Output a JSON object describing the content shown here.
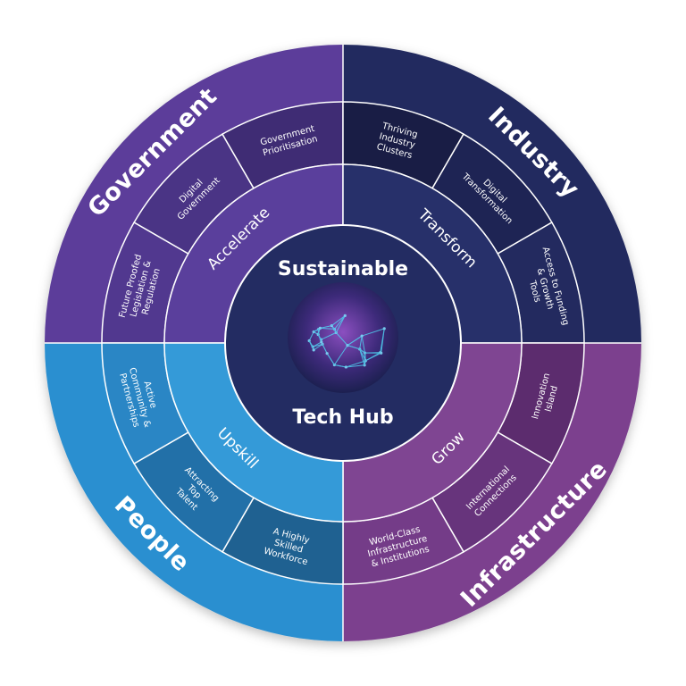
{
  "center": {
    "title_top": "Sustainable",
    "title_bottom": "Tech Hub"
  },
  "quadrants": [
    {
      "key": "government",
      "label": "Government",
      "pillar": "Accelerate",
      "outer_color": "#5b3e9a",
      "mid_color": "#4a3484",
      "inner_color": "#5a3f9c",
      "subs": [
        {
          "lines": [
            "Future Proofed",
            "Legislation &",
            "Regulation"
          ],
          "color": "#51388f"
        },
        {
          "lines": [
            "Digital",
            "Government"
          ],
          "color": "#4a3485"
        },
        {
          "lines": [
            "Government",
            "Prioritisation"
          ],
          "color": "#3f2c74"
        }
      ]
    },
    {
      "key": "industry",
      "label": "Industry",
      "pillar": "Transform",
      "outer_color": "#232a5f",
      "mid_color": "#1f2657",
      "inner_color": "#27306a",
      "subs": [
        {
          "lines": [
            "Thriving",
            "Industry",
            "Clusters"
          ],
          "color": "#191d45"
        },
        {
          "lines": [
            "Digital",
            "Transformation"
          ],
          "color": "#1e2454"
        },
        {
          "lines": [
            "Access to Funding",
            "& Growth",
            "Tools"
          ],
          "color": "#232a5f"
        }
      ]
    },
    {
      "key": "infrastructure",
      "label": "Infrastructure",
      "pillar": "Grow",
      "outer_color": "#7b3f8e",
      "mid_color": "#6a3580",
      "inner_color": "#7f4592",
      "subs": [
        {
          "lines": [
            "Innovation",
            "Island"
          ],
          "color": "#5c2c6e"
        },
        {
          "lines": [
            "International",
            "Connections"
          ],
          "color": "#67347c"
        },
        {
          "lines": [
            "World-Class",
            "Infrastructure",
            "& Institutions"
          ],
          "color": "#743c88"
        }
      ]
    },
    {
      "key": "people",
      "label": "People",
      "pillar": "Upskill",
      "outer_color": "#2c8fd0",
      "mid_color": "#267fbd",
      "inner_color": "#349ad8",
      "subs": [
        {
          "lines": [
            "A Highly",
            "Skilled",
            "Workforce"
          ],
          "color": "#1f6191"
        },
        {
          "lines": [
            "Attracting",
            "Top",
            "Talent"
          ],
          "color": "#2270a8"
        },
        {
          "lines": [
            "Active",
            "Community &",
            "Partnerships"
          ],
          "color": "#2a86c5"
        }
      ]
    }
  ]
}
